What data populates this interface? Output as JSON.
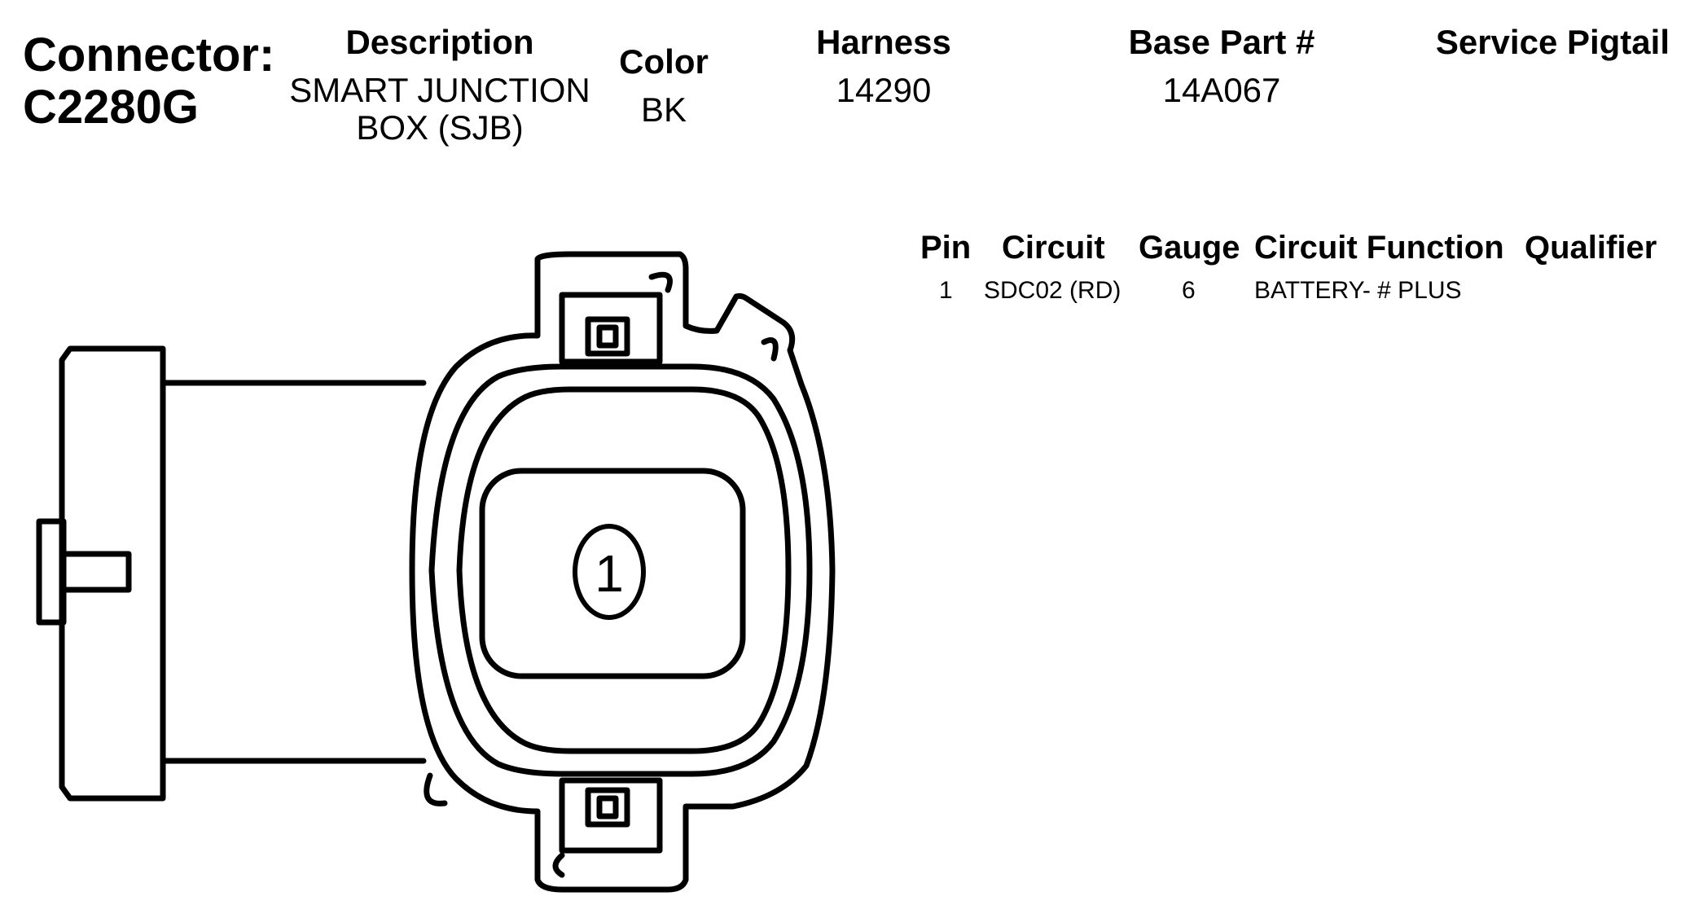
{
  "connector": {
    "label": "Connector:",
    "id": "C2280G"
  },
  "header": {
    "description_label": "Description",
    "description_line1": "SMART JUNCTION",
    "description_line2": "BOX (SJB)",
    "color_label": "Color",
    "color_value": "BK",
    "harness_label": "Harness",
    "harness_value": "14290",
    "base_part_label": "Base Part #",
    "base_part_value": "14A067",
    "service_pigtail_label": "Service Pigtail"
  },
  "pin_table": {
    "columns": [
      "Pin",
      "Circuit",
      "Gauge",
      "Circuit Function",
      "Qualifier"
    ],
    "rows": [
      {
        "pin": "1",
        "circuit": "SDC02 (RD)",
        "gauge": "6",
        "function": "BATTERY- # PLUS",
        "qualifier": ""
      }
    ]
  },
  "diagram": {
    "pin_label": "1"
  }
}
